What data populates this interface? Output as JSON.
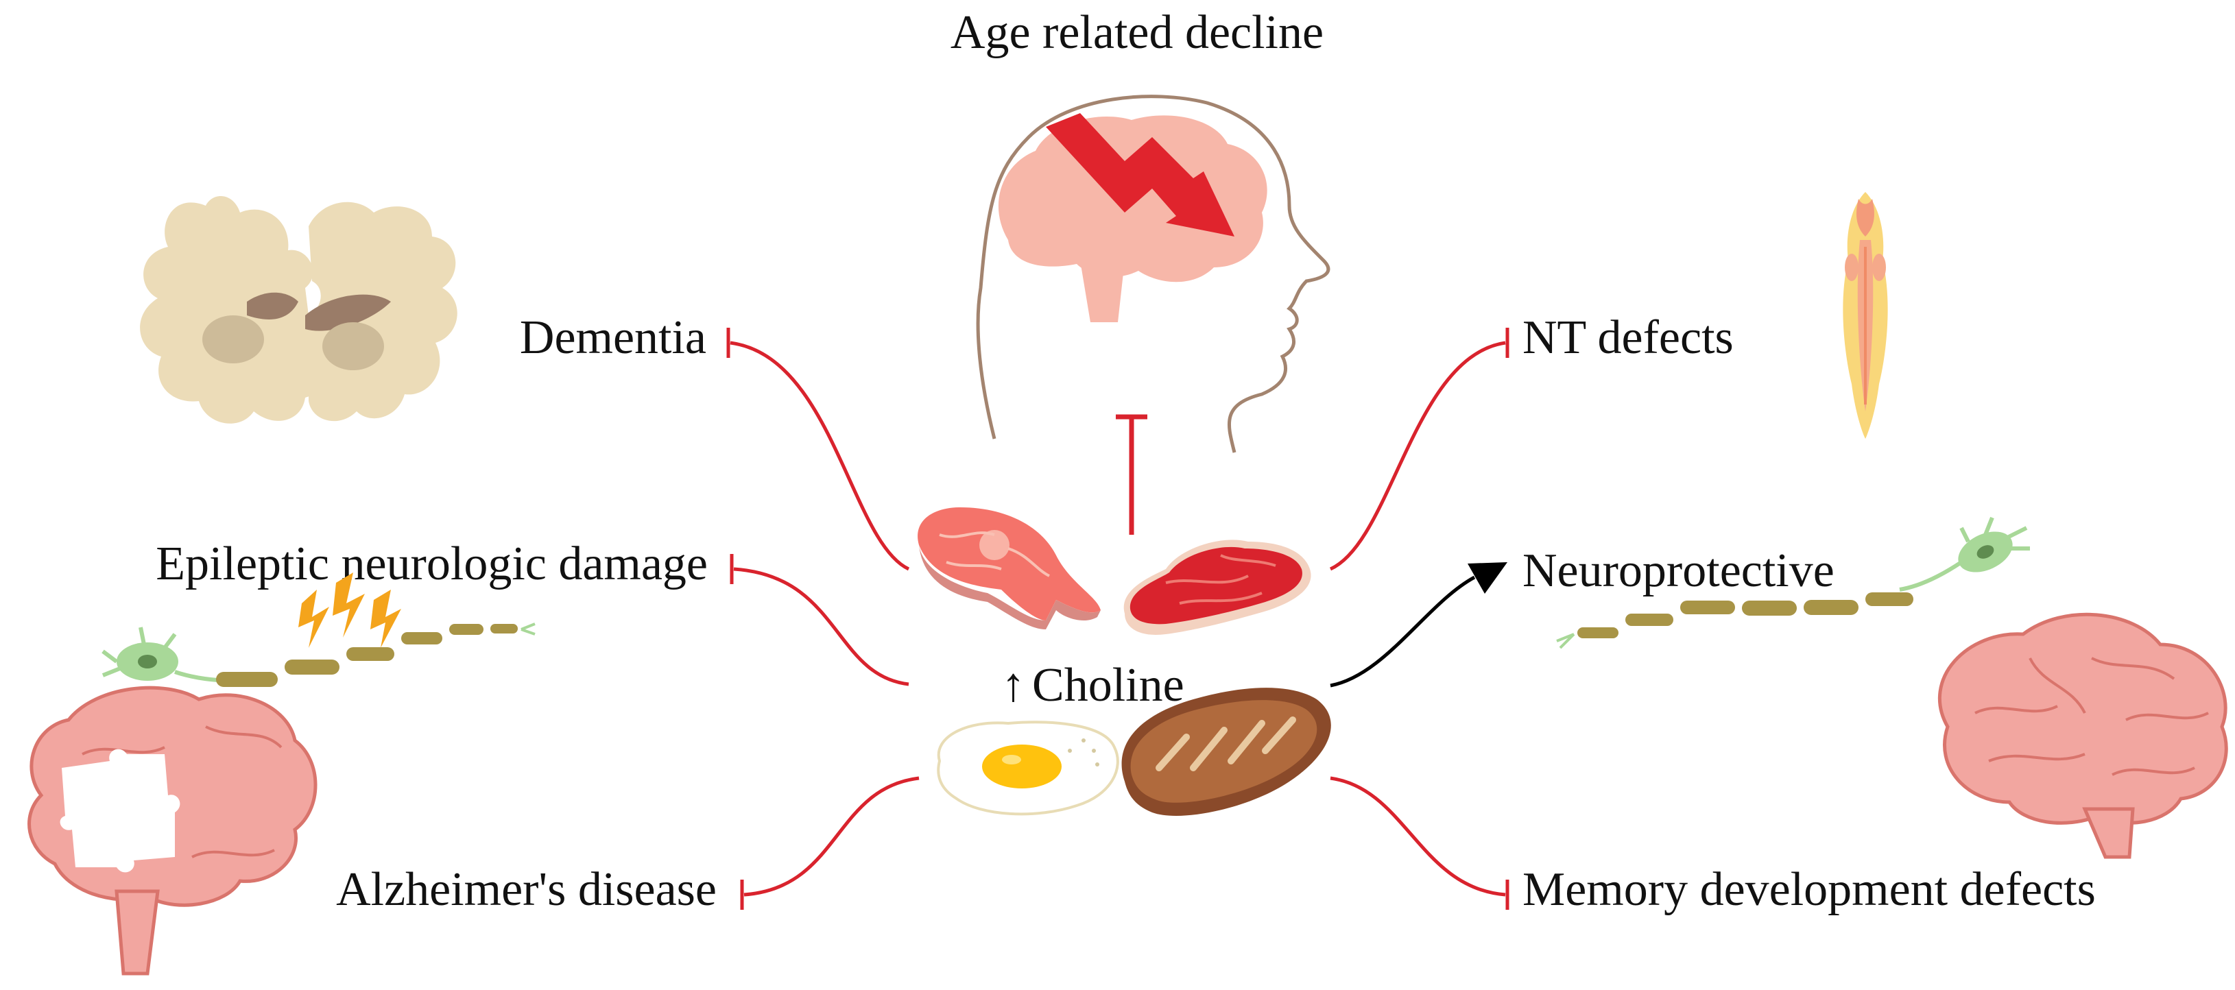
{
  "center": {
    "label": "Choline",
    "arrow": "↑"
  },
  "top_label": "Age related decline",
  "labels": {
    "dementia": "Dementia",
    "epileptic": "Epileptic neurologic damage",
    "alzheimers": "Alzheimer's disease",
    "nt_defects": "NT defects",
    "neuroprotective": "Neuroprotective",
    "memory": "Memory development defects"
  },
  "colors": {
    "inhibit": "#d9232d",
    "promote": "#000000",
    "brain_pink": "#f2a6a0",
    "brain_line": "#d9746c",
    "coronal_fill": "#ecdcb8",
    "coronal_dark": "#9a7c68",
    "head_fill": "#f7b7a9",
    "decline_arrow": "#e0242d",
    "axon": "#a89446",
    "soma": "#a8d898",
    "bolt": "#f4a41c"
  },
  "icons": [
    "coronal-brain-icon",
    "head-brain-decline-icon",
    "neural-tube-icon",
    "neuron-lightning-icon",
    "puzzle-brain-icon",
    "neuron-icon",
    "brain-icon",
    "salmon-steak-icon",
    "meat-steak-icon",
    "fried-egg-icon",
    "bread-loaf-icon"
  ]
}
